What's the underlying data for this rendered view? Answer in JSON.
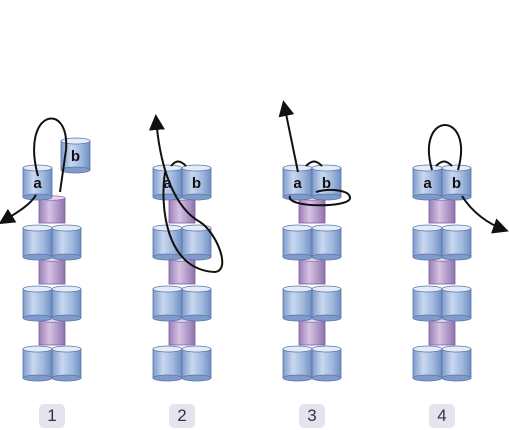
{
  "colors": {
    "blue_bead_light": "#dbe6f6",
    "blue_bead_mid": "#9fb8dd",
    "blue_bead_dark": "#6f8fc2",
    "purple_bead_light": "#d9c8e6",
    "purple_bead_mid": "#b89bcf",
    "purple_bead_dark": "#8f72ad",
    "thread": "#111111",
    "badge_bg": "#e4e4ee"
  },
  "bead_labels": {
    "a": "a",
    "b": "b"
  },
  "steps": [
    {
      "number": "1",
      "label_a": "a",
      "label_b": "b"
    },
    {
      "number": "2",
      "label_a": "a",
      "label_b": "b"
    },
    {
      "number": "3",
      "label_a": "a",
      "label_b": "b"
    },
    {
      "number": "4",
      "label_a": "a",
      "label_b": "b"
    }
  ]
}
